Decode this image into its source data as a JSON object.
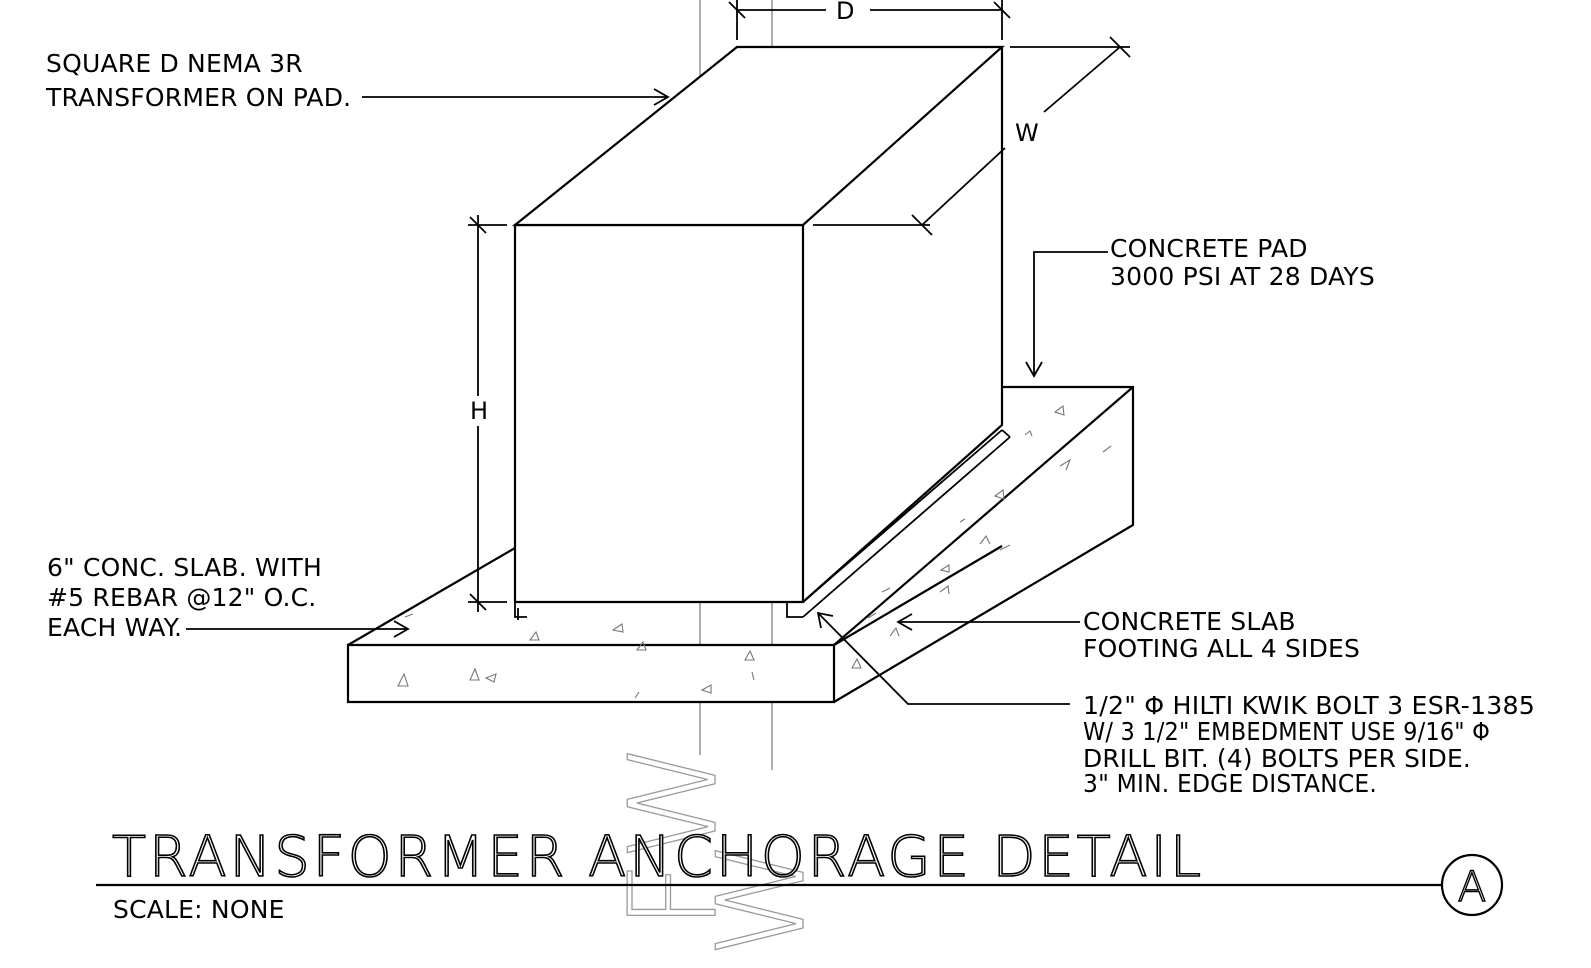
{
  "notes": {
    "transformer": [
      "SQUARE D NEMA 3R",
      "TRANSFORMER ON PAD."
    ],
    "pad": [
      "CONCRETE PAD",
      "3000 PSI AT 28 DAYS"
    ],
    "slab": [
      "6\" CONC. SLAB. WITH",
      "#5 REBAR @12\" O.C.",
      "EACH WAY."
    ],
    "footing": [
      "CONCRETE SLAB",
      "FOOTING ALL 4 SIDES"
    ],
    "bolt": [
      "1/2\" Φ   HILTI KWIK BOLT 3 ESR-1385",
      "W/ 3 1/2\" EMBEDMENT USE 9/16\" Φ",
      "DRILL BIT. (4) BOLTS PER SIDE.",
      "3\" MIN. EDGE DISTANCE."
    ]
  },
  "dimensions": {
    "depth": "D",
    "width": "W",
    "height": "H"
  },
  "title": "TRANSFORMER ANCHORAGE DETAIL",
  "scale": "SCALE: NONE",
  "detail_tag": "A",
  "ghost_marks": [
    "FW",
    "W"
  ]
}
